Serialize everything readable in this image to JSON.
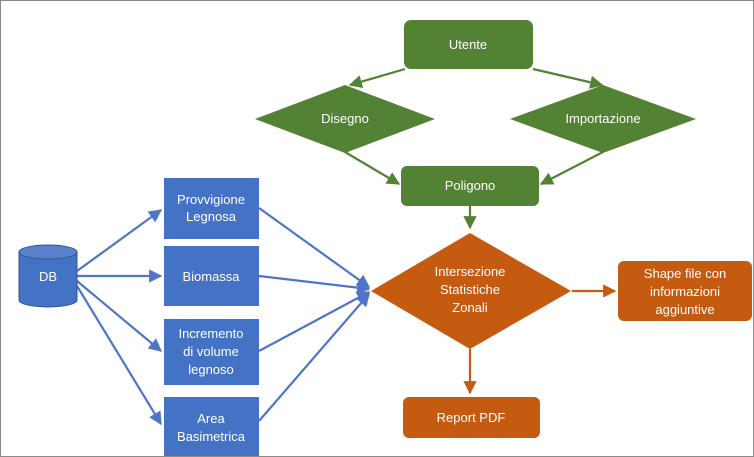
{
  "colors": {
    "green": "#548235",
    "orange": "#c55a11",
    "blue": "#4472c4",
    "blue_arrow": "#4f74c8",
    "frame": "#8a8a8a"
  },
  "nodes": {
    "utente": "Utente",
    "disegno": "Disegno",
    "importazione": "Importazione",
    "poligono": "Poligono",
    "db": "DB",
    "provvigione": [
      "Provvigione",
      "Legnosa"
    ],
    "biomassa": "Biomassa",
    "incremento": [
      "Incremento",
      "di volume",
      "legnoso"
    ],
    "area": [
      "Area",
      "Basimetrica"
    ],
    "intersezione": [
      "Intersezione",
      "Statistiche",
      "Zonali"
    ],
    "shape": [
      "Shape file con",
      "informazioni",
      "aggiuntive"
    ],
    "report": "Report PDF"
  }
}
